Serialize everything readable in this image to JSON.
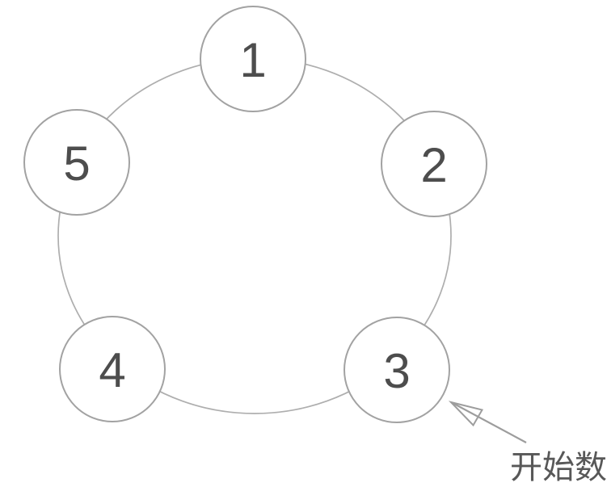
{
  "diagram": {
    "type": "circular-counting-ring",
    "nodes": [
      {
        "label": "1",
        "position": "top"
      },
      {
        "label": "2",
        "position": "upper-right"
      },
      {
        "label": "3",
        "position": "lower-right"
      },
      {
        "label": "4",
        "position": "lower-left"
      },
      {
        "label": "5",
        "position": "upper-left"
      }
    ],
    "annotation": {
      "label": "开始数",
      "points_to_node": "3"
    },
    "colors": {
      "background": "#ffffff",
      "ring_stroke": "#aeaeae",
      "node_stroke": "#a2a2a2",
      "node_fill": "#ffffff",
      "node_label_color": "#4d4d4d",
      "arrow_color": "#9d9d9d",
      "annotation_color": "#585858"
    }
  }
}
